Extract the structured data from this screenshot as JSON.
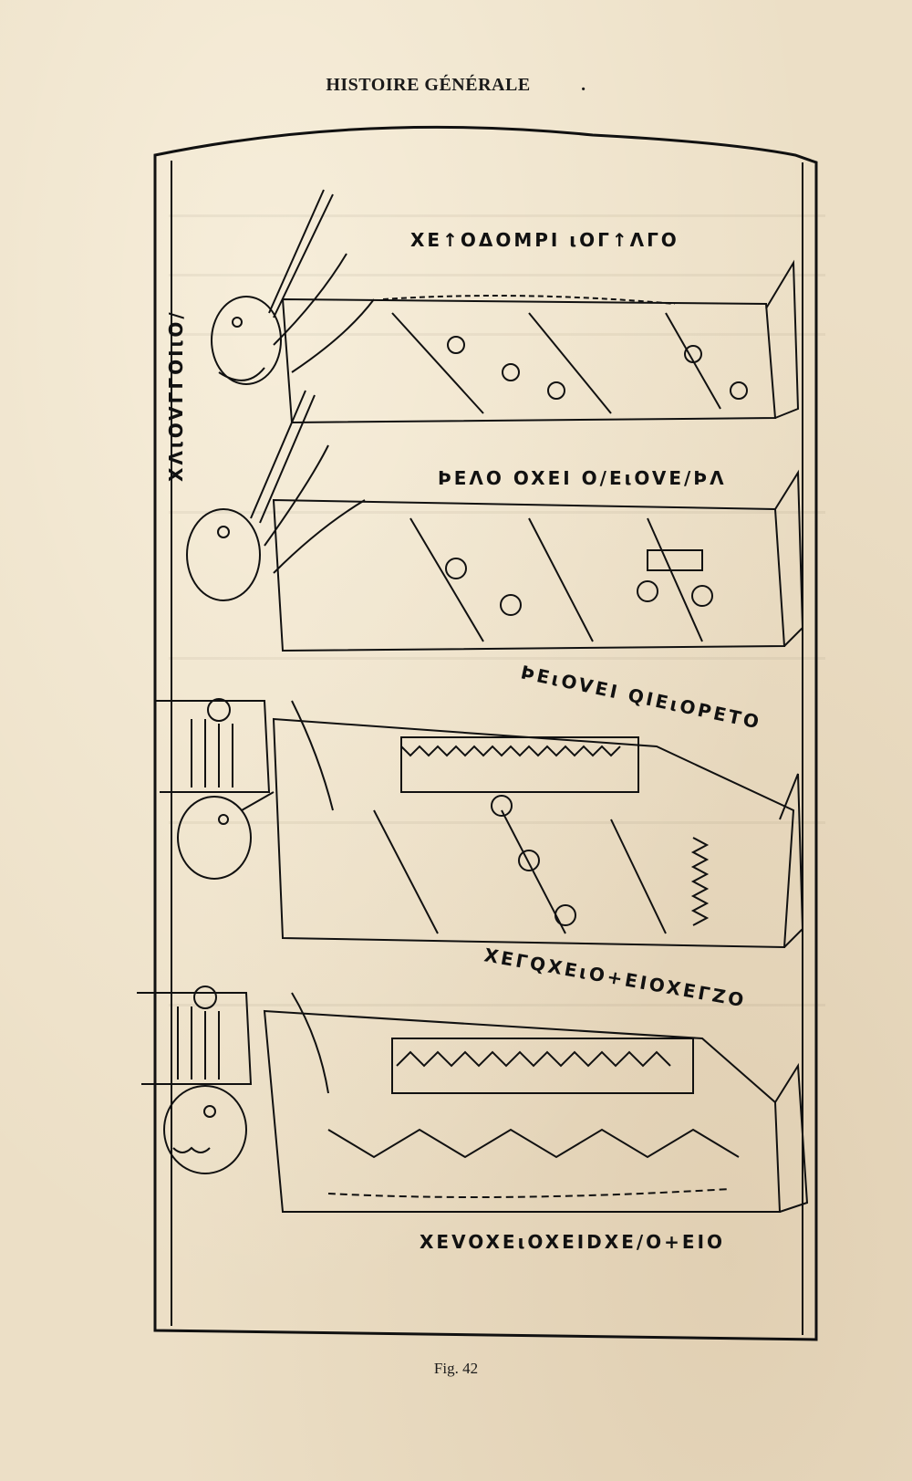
{
  "header": {
    "running_title": "HISTOIRE GÉNÉRALE",
    "running_mark": "."
  },
  "figure": {
    "inscriptions": [
      "XE↑OΔOMPI ιOΓ↑ΛΓO",
      "ϷEΛO OXEI O/EιOVE/ϷΛ",
      "ϷEιOVEI QIEιOPETO",
      "XEΓQXEιO+EIOXEΓZO",
      "XEVOXEιOXEIDXE/O+EIO",
      "XΛιOVΓΓOIιO/"
    ],
    "figures": [
      "aulos-player-1",
      "aulos-player-2",
      "lyre-player-1",
      "lyre-player-2"
    ]
  },
  "caption": {
    "label": "Fig. 42"
  }
}
